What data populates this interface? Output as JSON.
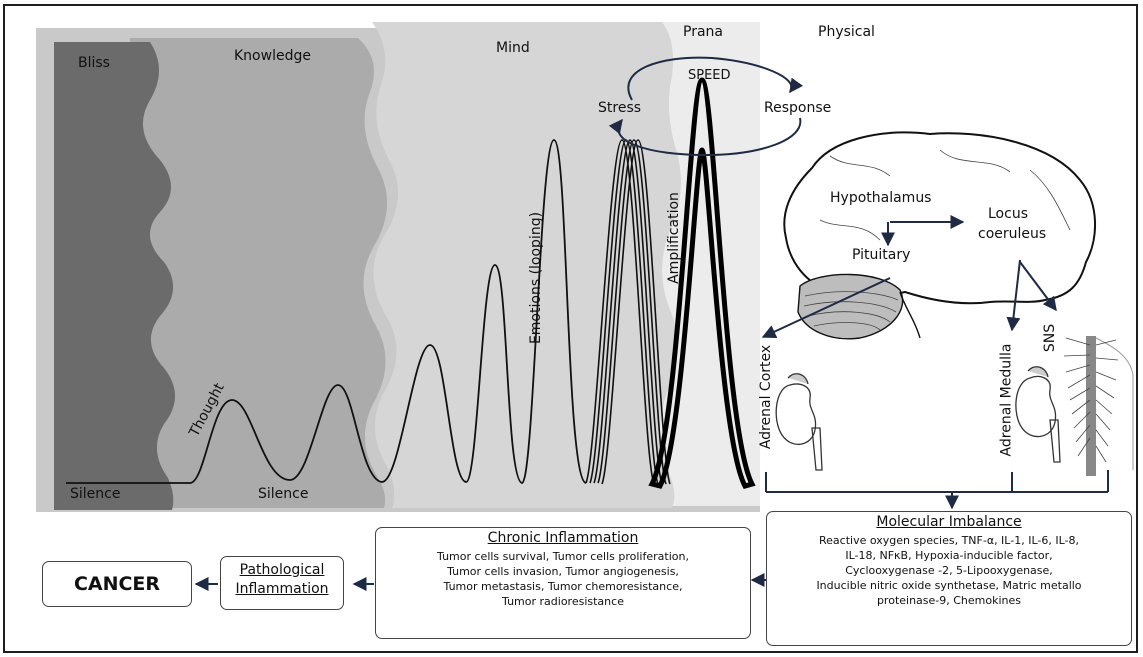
{
  "zones": {
    "bliss": "Bliss",
    "knowledge": "Knowledge",
    "mind": "Mind",
    "prana": "Prana",
    "physical": "Physical"
  },
  "labels": {
    "silence_left": "Silence",
    "silence_mid": "Silence",
    "thought": "Thought",
    "emotions": "Emotions (looping)",
    "amplification": "Amplification",
    "stress": "Stress",
    "speed": "SPEED",
    "response": "Response",
    "hypothalamus": "Hypothalamus",
    "locus": "Locus",
    "coeruleus": "coeruleus",
    "pituitary": "Pituitary",
    "adrenal_cortex": "Adrenal Cortex",
    "adrenal_medulla": "Adrenal Medulla",
    "sns": "SNS"
  },
  "boxes": {
    "molecular": {
      "title": "Molecular Imbalance",
      "lines": [
        "Reactive oxygen species,  TNF-α, IL-1, IL-6, IL-8,",
        "IL-18, NFκB, Hypoxia-inducible factor,",
        "Cyclooxygenase -2, 5-Lipooxygenase,",
        "Inducible nitric oxide synthetase, Matric metallo",
        "proteinase-9, Chemokines"
      ]
    },
    "chronic": {
      "title": "Chronic Inflammation",
      "lines": [
        "Tumor cells survival, Tumor cells proliferation,",
        "Tumor cells invasion, Tumor angiogenesis,",
        "Tumor metastasis, Tumor chemoresistance,",
        "Tumor radioresistance"
      ]
    },
    "pathological": {
      "line1": "Pathological",
      "line2": "Inflammation"
    },
    "cancer": "CANCER"
  },
  "colors": {
    "bliss": "#6b6b6b",
    "knowledge": "#ababab",
    "mind": "#d6d6d6",
    "prana": "#ececec",
    "arrow": "#1f2a44"
  }
}
